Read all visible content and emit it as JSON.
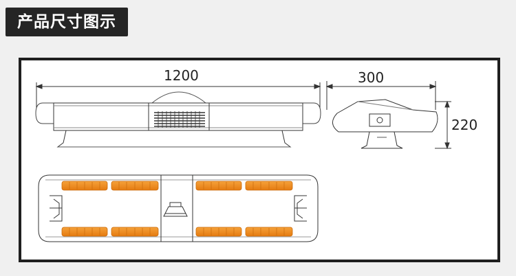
{
  "title": "产品尺寸图示",
  "dimensions": {
    "length": "1200",
    "width": "300",
    "height": "220"
  },
  "colors": {
    "title_bar": "#252525",
    "frame": "#1f1f1f",
    "lens_amber": "#f08a1c"
  }
}
